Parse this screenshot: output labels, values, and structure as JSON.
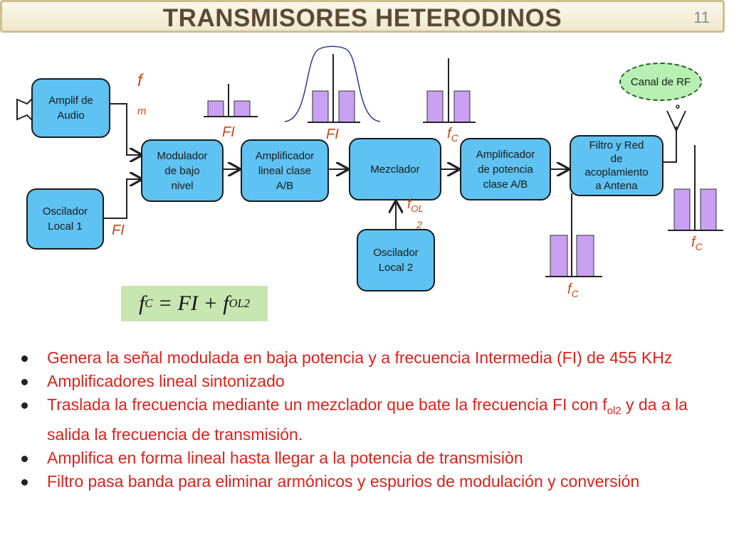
{
  "header": {
    "title": "TRANSMISORES HETERODINOS",
    "slide_number": "11"
  },
  "blocks": {
    "amplif_audio": [
      "Amplif de",
      "Audio"
    ],
    "oscilador_1": [
      "Oscilador",
      "Local 1"
    ],
    "modulador": [
      "Modulador",
      "de bajo",
      "nivel"
    ],
    "amplificador_lineal": [
      "Amplificador",
      "lineal clase",
      "A/B"
    ],
    "mezclador": [
      "Mezclador"
    ],
    "oscilador_2": [
      "Oscilador",
      "Local 2"
    ],
    "amplificador_potencia": [
      "Amplificador",
      "de potencia",
      "clase A/B"
    ],
    "filtro_red": [
      "Filtro y Red",
      "de",
      "acoplamiento",
      "a Antena"
    ]
  },
  "canal_rf": "Canal de RF",
  "labels": {
    "fm_main": "f",
    "fm_sub": "m",
    "fi": "FI",
    "fc_main": "f",
    "fc_sub": "C",
    "fol_main": "f",
    "fol_sub": "OL",
    "fol_num": "2"
  },
  "formula": {
    "f": "f",
    "c_sub": "C",
    "eq": " = FI + ",
    "f2": "f",
    "ol_sub": "OL2"
  },
  "bullets": [
    {
      "text": "Genera la señal modulada en baja potencia y a frecuencia Intermedia (FI) de 455 KHz"
    },
    {
      "text": "Amplificadores lineal sintonizado"
    },
    {
      "pre": "Traslada la frecuencia mediante un mezclador que bate la frecuencia FI con f",
      "sub": "ol2",
      "post": " y da a la salida la frecuencia de transmisión."
    },
    {
      "text": "Amplifica en forma lineal hasta llegar a la potencia de transmisiòn"
    },
    {
      "text": "Filtro pasa banda para eliminar armónicos y espurios de modulación y conversión"
    }
  ],
  "colors": {
    "block_fill": "#5ec2f2",
    "bar_fill": "#c9a0f2",
    "label": "#c64a17",
    "bullet_text": "#e0201a",
    "rf_fill": "#b7f0b2",
    "formula_bg": "#c8e6b0"
  }
}
